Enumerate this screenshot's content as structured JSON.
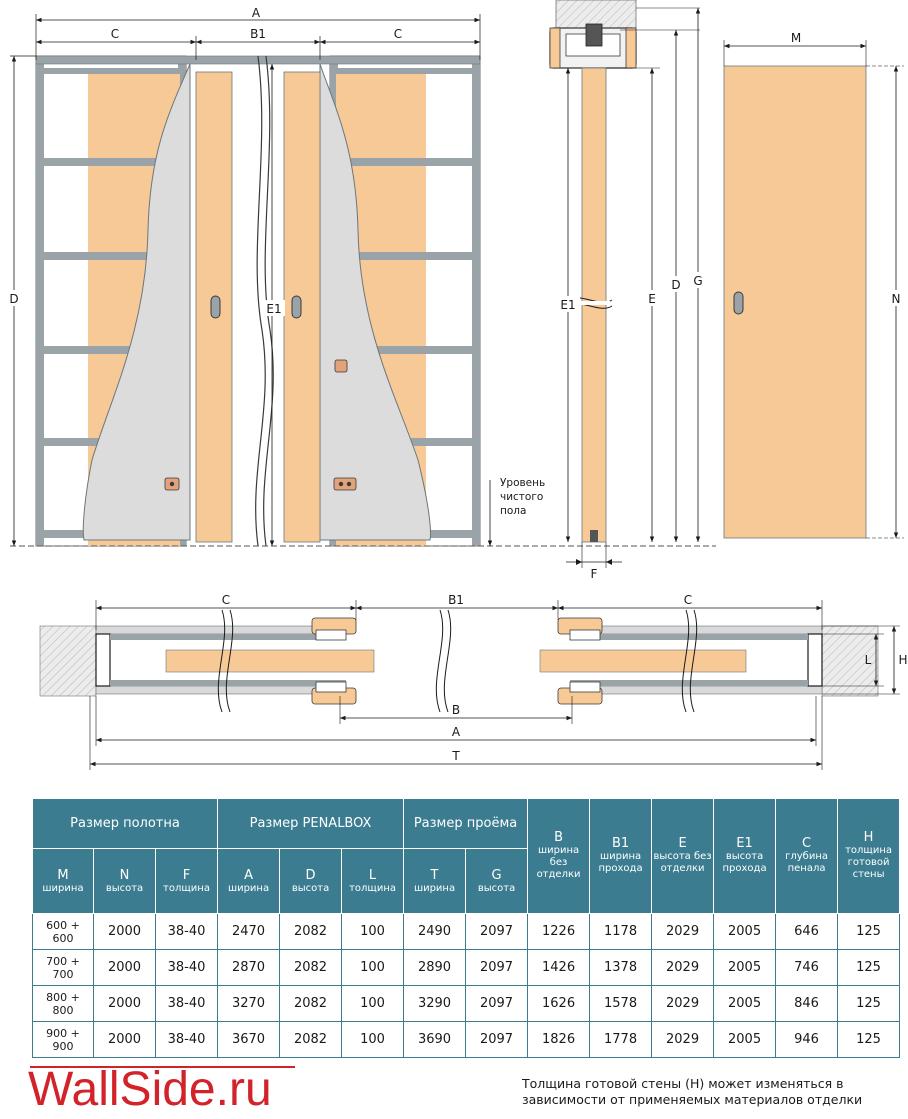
{
  "drawing": {
    "front_labels": {
      "a": "A",
      "b1": "B1",
      "c_left": "C",
      "c_right": "C",
      "d": "D",
      "e1": "E1"
    },
    "floor_note": [
      "Уровень",
      "чистого",
      "пола"
    ],
    "side_labels": {
      "e1": "E1",
      "e": "E",
      "d": "D",
      "g": "G",
      "f": "F"
    },
    "panel_labels": {
      "m": "M",
      "n": "N"
    },
    "plan_labels": {
      "c_left": "C",
      "b1": "B1",
      "c_right": "C",
      "b": "B",
      "a": "A",
      "t": "T",
      "l": "L",
      "h": "H"
    },
    "colors": {
      "wood": "#f7c996",
      "frame": "#9aa3a8",
      "leaf_bg": "#dcdcdc",
      "wall": "#e8e8e8",
      "table_header": "#3b7c90",
      "brand": "#d2232a"
    }
  },
  "table": {
    "groups": {
      "leaf": "Размер полотна",
      "penalbox": "Размер PENALBOX",
      "opening": "Размер проёма",
      "b": {
        "code": "B",
        "desc": "ширина без отделки"
      },
      "b1": {
        "code": "B1",
        "desc": "ширина прохода"
      },
      "e": {
        "code": "E",
        "desc": "высота без отделки"
      },
      "e1": {
        "code": "E1",
        "desc": "высота прохода"
      },
      "c": {
        "code": "C",
        "desc": "глубина пенала"
      },
      "h": {
        "code": "H",
        "desc": "толщина готовой стены"
      }
    },
    "sub": {
      "m": {
        "code": "M",
        "desc": "ширина"
      },
      "n": {
        "code": "N",
        "desc": "высота"
      },
      "f": {
        "code": "F",
        "desc": "толщина"
      },
      "a": {
        "code": "A",
        "desc": "ширина"
      },
      "d": {
        "code": "D",
        "desc": "высота"
      },
      "l": {
        "code": "L",
        "desc": "толщина"
      },
      "t": {
        "code": "T",
        "desc": "ширина"
      },
      "g": {
        "code": "G",
        "desc": "высота"
      }
    },
    "rows": [
      {
        "m": [
          "600 +",
          "600"
        ],
        "n": "2000",
        "f": "38-40",
        "a": "2470",
        "d": "2082",
        "l": "100",
        "t": "2490",
        "g": "2097",
        "b": "1226",
        "b1": "1178",
        "e": "2029",
        "e1": "2005",
        "c": "646",
        "h": "125"
      },
      {
        "m": [
          "700 +",
          "700"
        ],
        "n": "2000",
        "f": "38-40",
        "a": "2870",
        "d": "2082",
        "l": "100",
        "t": "2890",
        "g": "2097",
        "b": "1426",
        "b1": "1378",
        "e": "2029",
        "e1": "2005",
        "c": "746",
        "h": "125"
      },
      {
        "m": [
          "800 +",
          "800"
        ],
        "n": "2000",
        "f": "38-40",
        "a": "3270",
        "d": "2082",
        "l": "100",
        "t": "3290",
        "g": "2097",
        "b": "1626",
        "b1": "1578",
        "e": "2029",
        "e1": "2005",
        "c": "846",
        "h": "125"
      },
      {
        "m": [
          "900 +",
          "900"
        ],
        "n": "2000",
        "f": "38-40",
        "a": "3670",
        "d": "2082",
        "l": "100",
        "t": "3690",
        "g": "2097",
        "b": "1826",
        "b1": "1778",
        "e": "2029",
        "e1": "2005",
        "c": "946",
        "h": "125"
      }
    ]
  },
  "brand": "WallSide.ru",
  "footnote": "Толщина готовой стены (Н) может изменяться в зависимости от применяемых материалов отделки"
}
